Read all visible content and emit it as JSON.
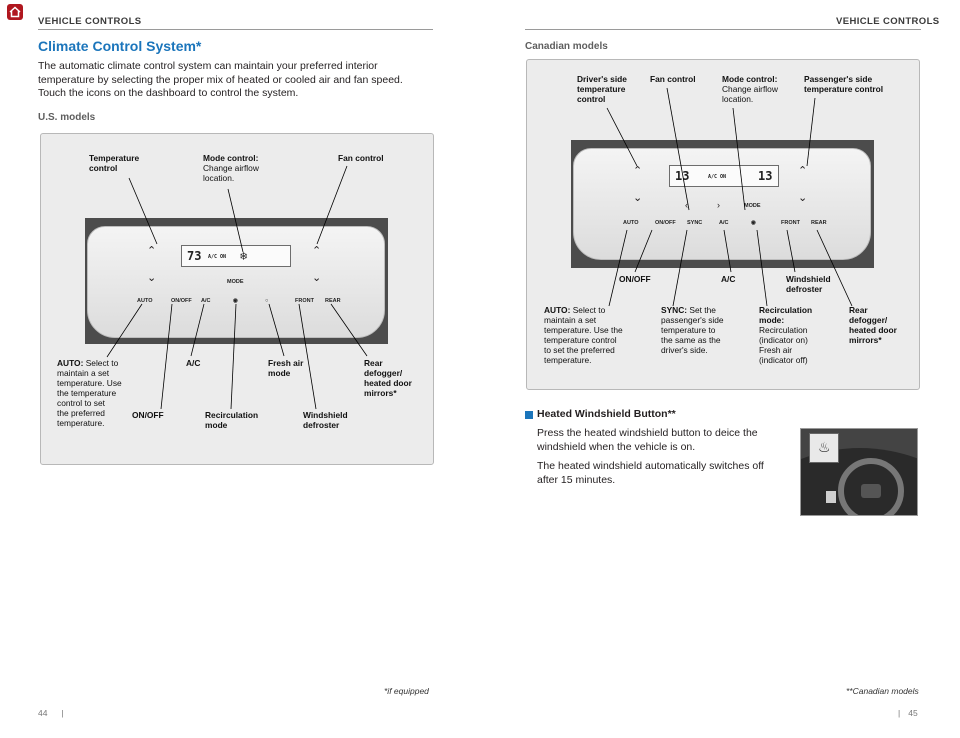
{
  "header": {
    "left": "VEHICLE CONTROLS",
    "right": "VEHICLE CONTROLS"
  },
  "left": {
    "title": "Climate Control System*",
    "paragraph": [
      "The automatic climate control system can maintain your preferred interior",
      "temperature by selecting the proper mix of heated or cooled air and fan speed.",
      "Touch the icons on the dashboard to control the system."
    ],
    "us_label": "U.S. models",
    "callouts": {
      "temperature_control": [
        "Temperature",
        "control"
      ],
      "mode_control_title": "Mode control:",
      "mode_control_desc": [
        "Change airflow",
        "location."
      ],
      "fan_control": "Fan control",
      "auto_title": "AUTO:",
      "auto_desc": [
        " Select to",
        "maintain a set",
        "temperature. Use",
        "the temperature",
        "control to set",
        "the preferred",
        "temperature."
      ],
      "ac": "A/C",
      "fresh_air": [
        "Fresh air",
        "mode"
      ],
      "rear_defogger": [
        "Rear",
        "defogger/",
        "heated door",
        "mirrors*"
      ],
      "on_off": "ON/OFF",
      "recirculation": [
        "Recirculation",
        "mode"
      ],
      "windshield": [
        "Windshield",
        "defroster"
      ]
    },
    "panel_display": {
      "temp": "73",
      "ac_on": "A/C ON",
      "mode": "MODE"
    },
    "panel_buttons": [
      "AUTO",
      "ON/OFF",
      "A/C",
      "",
      "",
      "FRONT",
      "REAR"
    ],
    "footnote": "*if equipped",
    "page": "44"
  },
  "right": {
    "canadian_label": "Canadian models",
    "callouts": {
      "driver_side": [
        "Driver's side",
        "temperature",
        "control"
      ],
      "fan_control": "Fan control",
      "mode_control_title": "Mode control:",
      "mode_control_desc": [
        "Change airflow",
        "location."
      ],
      "passenger_side": [
        "Passenger's side",
        "temperature control"
      ],
      "on_off": "ON/OFF",
      "ac": "A/C",
      "windshield": [
        "Windshield",
        "defroster"
      ],
      "auto_title": "AUTO:",
      "auto_desc": [
        " Select to",
        "maintain a set",
        "temperature. Use the",
        "temperature control",
        "to set the preferred",
        "temperature."
      ],
      "sync_title": "SYNC:",
      "sync_desc": [
        " Set the",
        "passenger's side",
        "temperature to",
        "the same as the",
        "driver's side."
      ],
      "recirc_title": [
        "Recirculation",
        "mode:"
      ],
      "recirc_desc": [
        "Recirculation",
        "(indicator on)",
        "Fresh air",
        "(indicator off)"
      ],
      "rear_defogger": [
        "Rear",
        "defogger/",
        "heated door",
        "mirrors*"
      ]
    },
    "panel_display": {
      "temp_left": "13",
      "temp_right": "13",
      "ac_on": "A/C ON",
      "mode": "MODE"
    },
    "panel_buttons": [
      "AUTO",
      "ON/OFF",
      "SYNC",
      "A/C",
      "",
      "FRONT",
      "REAR"
    ],
    "heated_title": "Heated Windshield Button**",
    "heated_p1": [
      "Press the heated windshield button to deice the",
      "windshield when the vehicle is on."
    ],
    "heated_p2": [
      "The heated windshield automatically switches off",
      "after 15 minutes."
    ],
    "footnote": "**Canadian models",
    "page": "45"
  },
  "colors": {
    "accent": "#1b75bb",
    "home_icon": "#b0171f"
  }
}
